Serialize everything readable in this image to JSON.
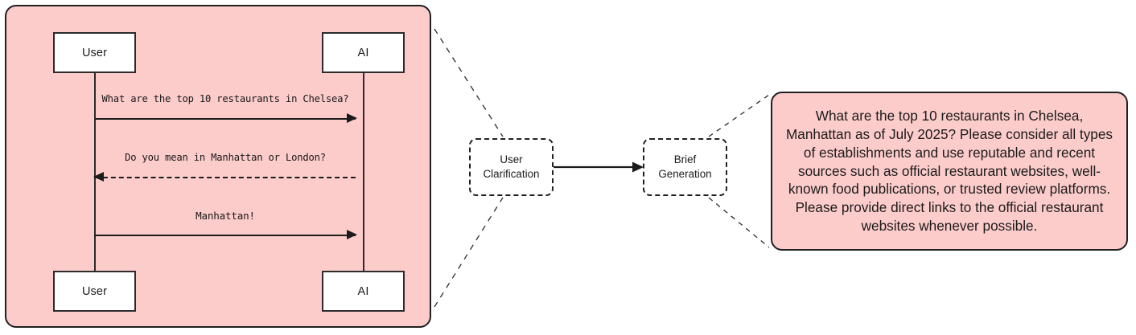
{
  "diagram": {
    "type": "flow-with-sequence-callouts",
    "background_color": "#ffffff",
    "accent_pink": "#fccccb",
    "stroke_color": "#1f2020"
  },
  "sequence_panel": {
    "participants": [
      {
        "id": "user",
        "label": "User"
      },
      {
        "id": "ai",
        "label": "AI"
      }
    ],
    "footers": [
      {
        "id": "user",
        "label": "User"
      },
      {
        "id": "ai",
        "label": "AI"
      }
    ],
    "messages": [
      {
        "text": "What are the top 10 restaurants in Chelsea?",
        "from": "User",
        "to": "AI",
        "direction": "right",
        "line_style": "solid"
      },
      {
        "text": "Do you mean in Manhattan or London?",
        "from": "AI",
        "to": "User",
        "direction": "left",
        "line_style": "dashed"
      },
      {
        "text": "Manhattan!",
        "from": "User",
        "to": "AI",
        "direction": "right",
        "line_style": "solid"
      }
    ]
  },
  "flow": {
    "nodes": [
      {
        "id": "user-clarification",
        "line_1": "User",
        "line_2": "Clarification",
        "border_style": "dashed"
      },
      {
        "id": "brief-generation",
        "line_1": "Brief",
        "line_2": "Generation",
        "border_style": "dashed"
      }
    ],
    "edges": [
      {
        "from": "user-clarification",
        "to": "brief-generation",
        "style": "solid",
        "arrow": "right"
      }
    ]
  },
  "prompt_box": {
    "text": "What are the top 10 restaurants in Chelsea, Manhattan as of July 2025? Please consider all types of establishments and use reputable and recent sources such as official restaurant websites, well-known food publications, or trusted review platforms. Please provide direct links to the official restaurant websites whenever possible."
  },
  "callouts": [
    {
      "from": "sequence-panel",
      "to": "user-clarification",
      "style": "dashed"
    },
    {
      "from": "brief-generation",
      "to": "prompt-box",
      "style": "dashed"
    }
  ]
}
